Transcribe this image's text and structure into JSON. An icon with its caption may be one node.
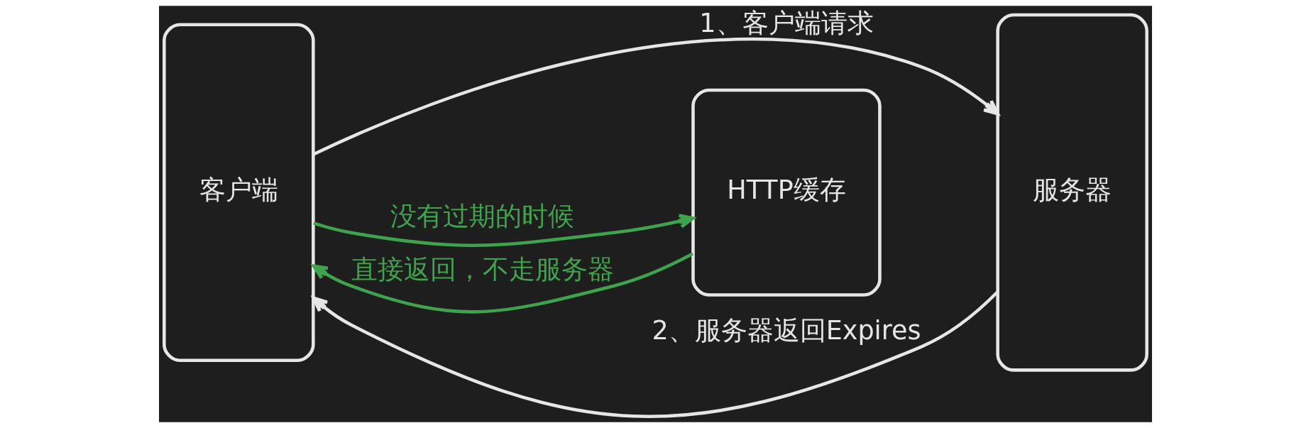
{
  "diagram": {
    "nodes": [
      {
        "text": [
          "客户端"
        ]
      },
      {
        "text": [
          "服务器"
        ]
      },
      {
        "text": [
          "HTTP缓存"
        ]
      }
    ],
    "edges": [
      {
        "from": 0,
        "to": 1,
        "arrow": "to",
        "label": "1、客户端请求"
      },
      {
        "from": 1,
        "to": 0,
        "arrow": "to",
        "label": "2、服务器返回Expires"
      },
      {
        "from": 0,
        "to": 2,
        "arrow": "to",
        "label": "没有过期的时候",
        "color": "#3fa34d"
      },
      {
        "from": 2,
        "to": 0,
        "arrow": "to",
        "label": "直接返回，不走服务器",
        "color": "#3fa34d"
      }
    ]
  }
}
